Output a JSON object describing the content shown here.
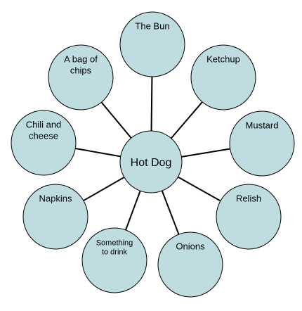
{
  "center": {
    "label": "Hot Dog"
  },
  "items": [
    {
      "id": "the-bun",
      "lines": [
        "The Bun"
      ]
    },
    {
      "id": "ketchup",
      "lines": [
        "Ketchup"
      ]
    },
    {
      "id": "mustard",
      "lines": [
        "Mustard"
      ]
    },
    {
      "id": "relish",
      "lines": [
        "Relish"
      ]
    },
    {
      "id": "onions",
      "lines": [
        "Onions"
      ]
    },
    {
      "id": "something-to-drink",
      "lines": [
        "Something",
        "to drink"
      ]
    },
    {
      "id": "napkins",
      "lines": [
        "Napkins"
      ]
    },
    {
      "id": "chili-and-cheese",
      "lines": [
        "Chili and",
        "cheese"
      ]
    },
    {
      "id": "a-bag-of-chips",
      "lines": [
        "A bag of",
        "chips"
      ]
    }
  ],
  "colors": {
    "bubble_fill": "#bfdde1",
    "outline": "#000000",
    "background": "#ffffff"
  }
}
